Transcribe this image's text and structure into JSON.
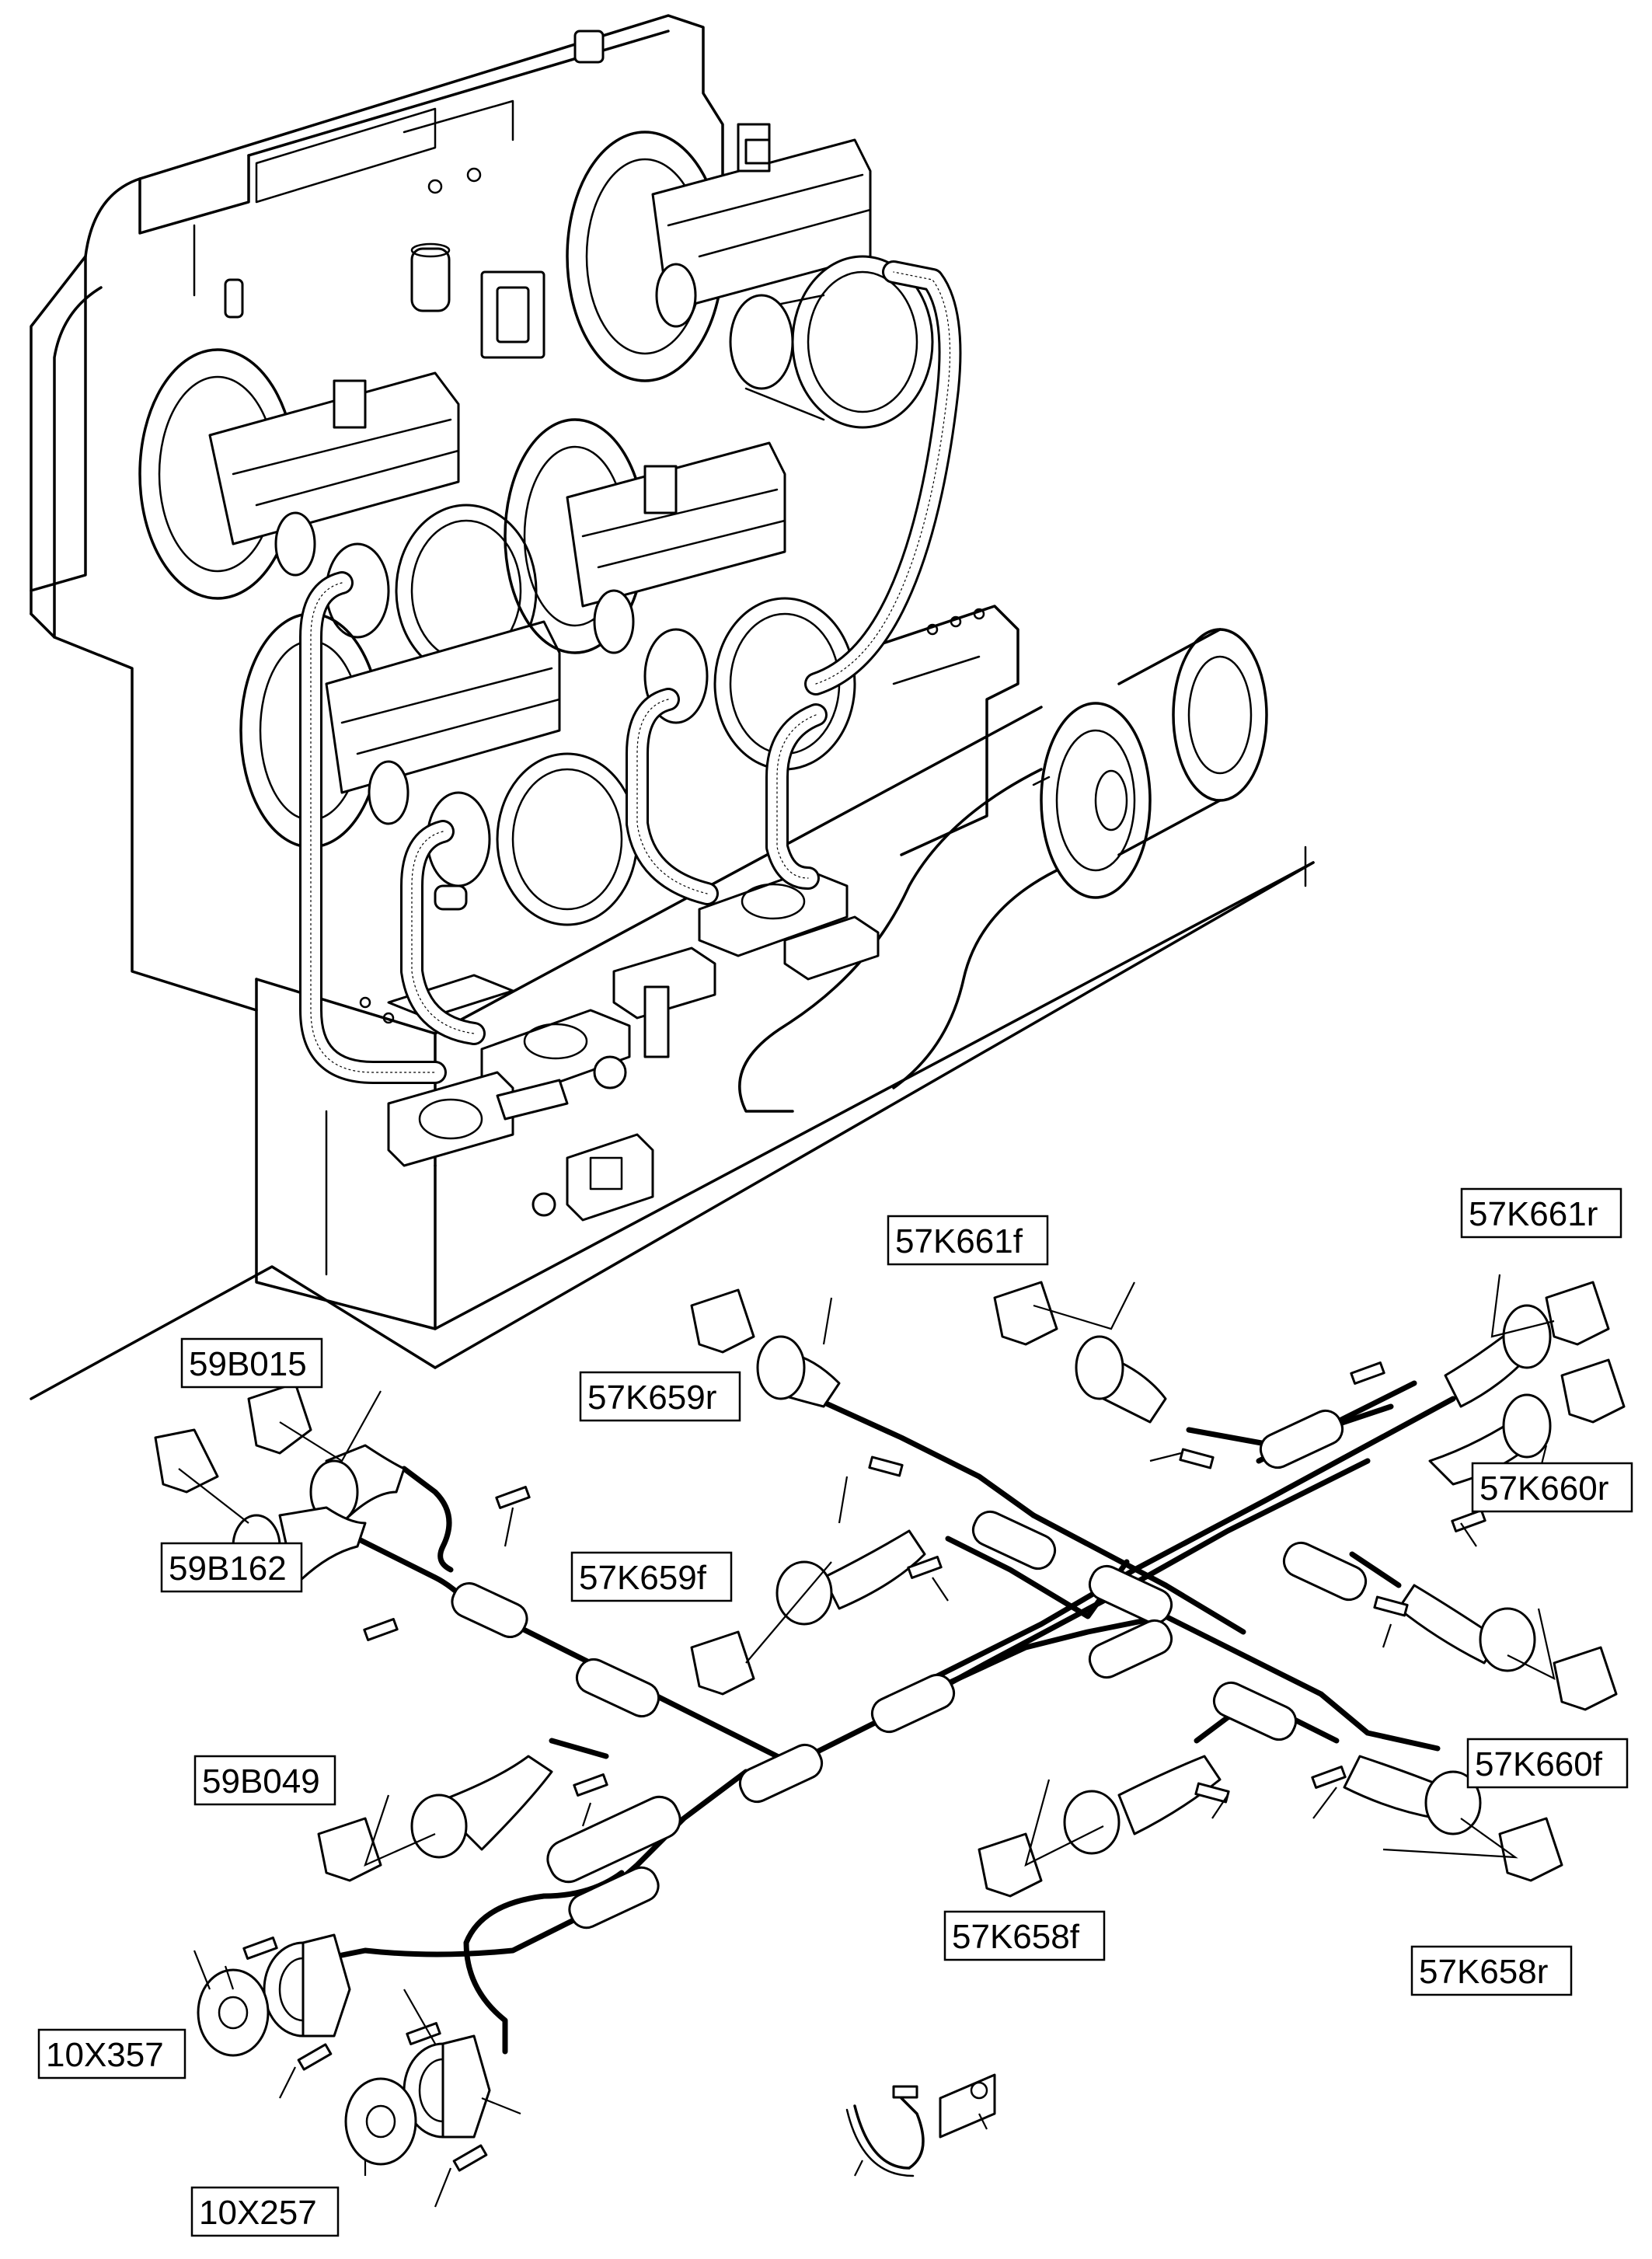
{
  "labels": [
    {
      "id": "57K661f",
      "text": "57K661f"
    },
    {
      "id": "57K661r",
      "text": "57K661r"
    },
    {
      "id": "59B015",
      "text": "59B015"
    },
    {
      "id": "57K659r",
      "text": "57K659r"
    },
    {
      "id": "57K660r",
      "text": "57K660r"
    },
    {
      "id": "59B162",
      "text": "59B162"
    },
    {
      "id": "57K659f",
      "text": "57K659f"
    },
    {
      "id": "59B049",
      "text": "59B049"
    },
    {
      "id": "57K660f",
      "text": "57K660f"
    },
    {
      "id": "57K658f",
      "text": "57K658f"
    },
    {
      "id": "57K658r",
      "text": "57K658r"
    },
    {
      "id": "10X357",
      "text": "10X357"
    },
    {
      "id": "10X257",
      "text": "10X257"
    }
  ]
}
